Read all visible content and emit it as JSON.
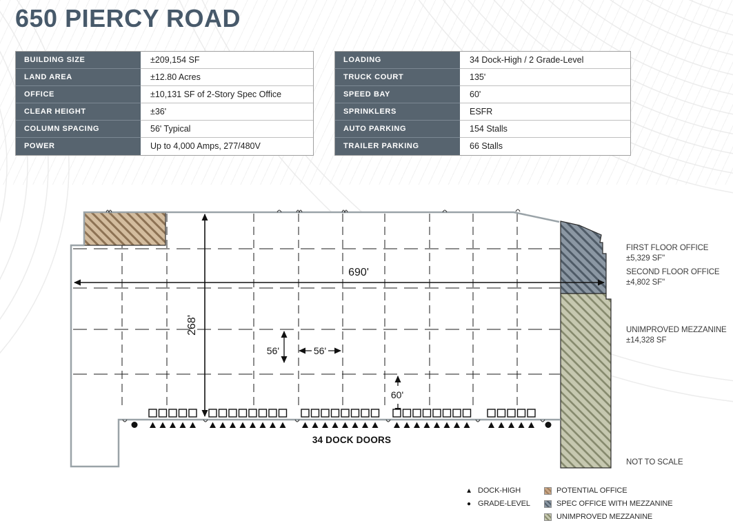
{
  "title": "650 PIERCY ROAD",
  "tables": {
    "left": {
      "rows": [
        {
          "label": "BUILDING SIZE",
          "value": "±209,154 SF"
        },
        {
          "label": "LAND AREA",
          "value": "±12.80 Acres"
        },
        {
          "label": "OFFICE",
          "value": "±10,131 SF of 2-Story Spec Office"
        },
        {
          "label": "CLEAR HEIGHT",
          "value": "±36'"
        },
        {
          "label": "COLUMN SPACING",
          "value": "56' Typical"
        },
        {
          "label": "POWER",
          "value": "Up to 4,000 Amps, 277/480V"
        }
      ]
    },
    "right": {
      "rows": [
        {
          "label": "LOADING",
          "value": "34 Dock-High / 2 Grade-Level"
        },
        {
          "label": "TRUCK COURT",
          "value": "135'"
        },
        {
          "label": "SPEED BAY",
          "value": "60'"
        },
        {
          "label": "SPRINKLERS",
          "value": "ESFR"
        },
        {
          "label": "AUTO PARKING",
          "value": "154 Stalls"
        },
        {
          "label": "TRAILER PARKING",
          "value": "66 Stalls"
        }
      ]
    }
  },
  "plan": {
    "dimensions": {
      "building_width": "690'",
      "building_depth": "268'",
      "bay_depth": "56'",
      "bay_width": "56'",
      "speed_bay": "60'"
    },
    "dock_doors_label": "34 DOCK DOORS",
    "annotations": {
      "first_floor_office": {
        "line1": "FIRST FLOOR OFFICE",
        "line2": "±5,329 SF\""
      },
      "second_floor_office": {
        "line1": "SECOND FLOOR OFFICE",
        "line2": "±4,802 SF\""
      },
      "unimproved_mezzanine": {
        "line1": "UNIMPROVED MEZZANINE",
        "line2": "±14,328 SF"
      },
      "not_to_scale": "NOT TO SCALE"
    }
  },
  "legend": {
    "dock_high": "DOCK-HIGH",
    "grade_level": "GRADE-LEVEL",
    "potential_office": "POTENTIAL OFFICE",
    "spec_office": "SPEC OFFICE WITH MEZZANINE",
    "unimproved_mezzanine": "UNIMPROVED MEZZANINE"
  },
  "colors": {
    "slate_header": "#57646f",
    "title_text": "#47596a",
    "potential_office_fill": "#d3bc9e",
    "spec_office_fill": "#8b97a3",
    "unimproved_mezzanine_fill": "#c6c8b0"
  }
}
